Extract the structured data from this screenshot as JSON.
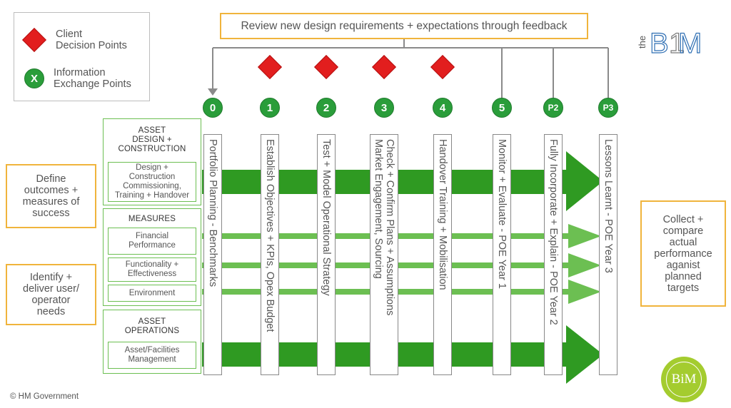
{
  "legend": {
    "client_label": "Client\nDecision Points",
    "info_symbol": "X",
    "info_label": "Information\nExchange Points"
  },
  "review_banner": "Review new design requirements + expectations through feedback",
  "logo_text": "theBIM",
  "stages": [
    {
      "num": "0",
      "label": "Portfolio Planning - Benchmarks",
      "decision": false
    },
    {
      "num": "1",
      "label": "Establish Objectives + KPIs, Opex Budget",
      "decision": true
    },
    {
      "num": "2",
      "label": "Test + Model Operational Strategy",
      "decision": true
    },
    {
      "num": "3",
      "label": "Check + Confirm Plans + Assumptions\nMarket Engagement, Sourcing",
      "decision": true
    },
    {
      "num": "4",
      "label": "Handover Training + Mobilisation",
      "decision": true
    },
    {
      "num": "5",
      "label": "Monitor + Evaluate - POE Year 1",
      "decision": false
    },
    {
      "num": "P2",
      "label": "Fully Incorporate + Explain - POE Year 2",
      "decision": false
    },
    {
      "num": "P3",
      "label": "Lessons Learnt - POE Year 3",
      "decision": false
    }
  ],
  "left_notes": {
    "define": "Define\noutcomes +\nmeasures of\nsuccess",
    "identify": "Identify +\ndeliver user/\noperator\nneeds"
  },
  "right_note": "Collect +\ncompare\nactual\nperformance\naganist\nplanned\ntargets",
  "groups": {
    "adc_title": "ASSET\nDESIGN +\nCONSTRUCTION",
    "adc_item": "Design +\nConstruction\nCommissioning,\nTraining + Handover",
    "measures_title": "MEASURES",
    "measures_items": [
      "Financial\nPerformance",
      "Functionality +\nEffectiveness",
      "Environment"
    ],
    "ops_title": "ASSET\nOPERATIONS",
    "ops_item": "Asset/Facilities\nManagement"
  },
  "badge_text": "BiM",
  "copyright": "© HM Government",
  "colors": {
    "green_dark": "#2f9a22",
    "green_light": "#6cbf52",
    "red": "#e21e1e",
    "orange": "#f0b43c"
  }
}
